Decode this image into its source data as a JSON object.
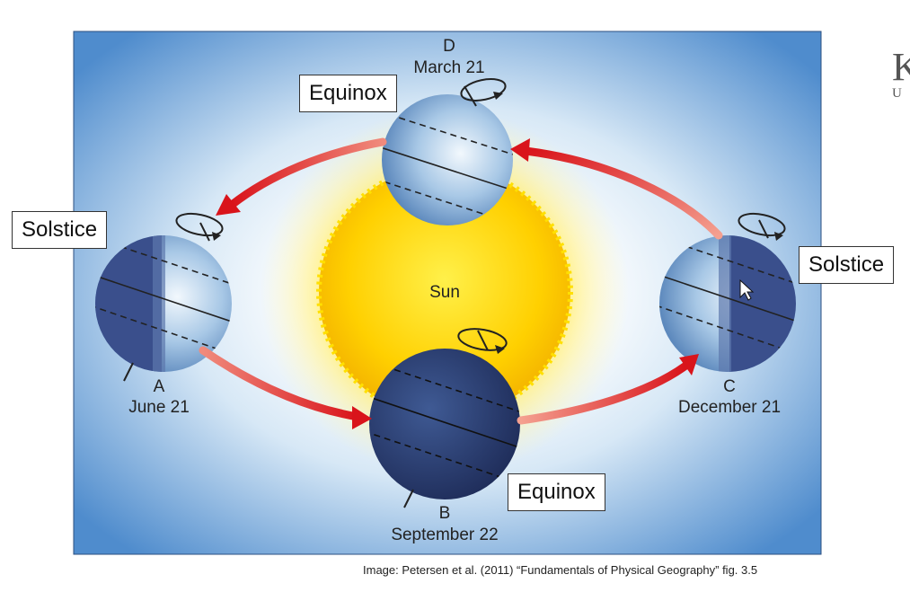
{
  "diagram": {
    "sun_label": "Sun",
    "positions": [
      {
        "id": "A",
        "letter": "A",
        "date": "June 21"
      },
      {
        "id": "B",
        "letter": "B",
        "date": "September 22"
      },
      {
        "id": "C",
        "letter": "C",
        "date": "December 21"
      },
      {
        "id": "D",
        "letter": "D",
        "date": "March 21"
      }
    ],
    "callouts": {
      "equinox_top": "Equinox",
      "equinox_bottom": "Equinox",
      "solstice_left": "Solstice",
      "solstice_right": "Solstice"
    },
    "colors": {
      "arrow": "#d9141b",
      "sky_outer": "#5f9ad2",
      "sun_core": "#ffd200",
      "earth_dark": "#2a3a6e"
    }
  },
  "caption": "Image: Petersen et al. (2011) “Fundamentals of Physical Geography” fig. 3.5",
  "corner": {
    "big": "K",
    "small": "U"
  }
}
